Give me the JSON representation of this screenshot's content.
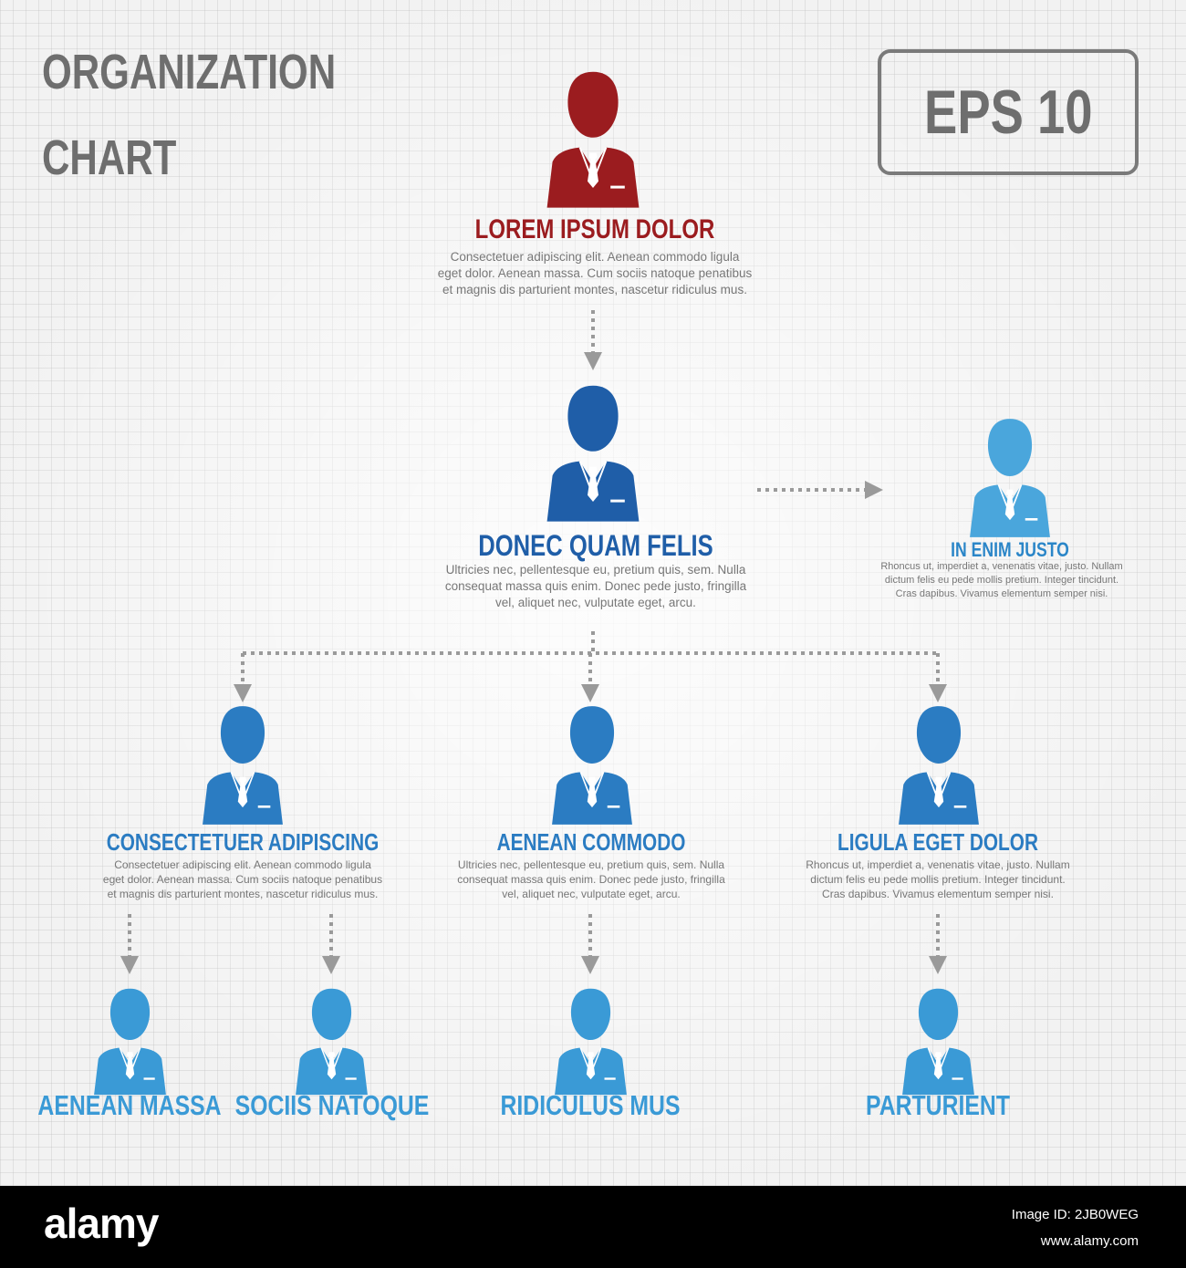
{
  "header": {
    "title_line1": "ORGANIZATION",
    "title_line2": "CHART",
    "badge": "EPS 10"
  },
  "colors": {
    "ceo": "#9b1c1f",
    "manager": "#1f5ea8",
    "level2": "#2b7cc2",
    "level3": "#3a9ad6",
    "assistant": "#4aa6dc",
    "arrow": "#9a9a9a"
  },
  "nodes": {
    "top": {
      "name": "LOREM IPSUM DOLOR",
      "desc": [
        "Consectetuer adipiscing elit. Aenean commodo ligula",
        "eget dolor. Aenean massa. Cum sociis natoque penatibus",
        "et magnis dis parturient montes, nascetur ridiculus mus."
      ]
    },
    "manager": {
      "name": "DONEC QUAM FELIS",
      "desc": [
        "Ultricies nec, pellentesque eu, pretium quis, sem. Nulla",
        "consequat massa quis enim. Donec pede justo, fringilla",
        "vel, aliquet nec, vulputate eget, arcu."
      ]
    },
    "assistant": {
      "name": "IN ENIM JUSTO",
      "desc": [
        "Rhoncus ut, imperdiet a, venenatis vitae, justo. Nullam",
        "dictum felis eu pede mollis pretium. Integer tincidunt.",
        "Cras dapibus. Vivamus elementum semper nisi."
      ]
    },
    "left": {
      "name": "CONSECTETUER ADIPISCING",
      "desc": [
        "Consectetuer adipiscing elit. Aenean commodo ligula",
        "eget dolor. Aenean massa. Cum sociis natoque penatibus",
        "et magnis dis parturient montes, nascetur ridiculus mus."
      ]
    },
    "center": {
      "name": "AENEAN COMMODO",
      "desc": [
        "Ultricies nec, pellentesque eu, pretium quis, sem. Nulla",
        "consequat massa quis enim. Donec pede justo, fringilla",
        "vel, aliquet nec, vulputate eget, arcu."
      ]
    },
    "right": {
      "name": "LIGULA EGET DOLOR",
      "desc": [
        "Rhoncus ut, imperdiet a, venenatis vitae, justo. Nullam",
        "dictum felis eu pede mollis pretium. Integer tincidunt.",
        "Cras dapibus. Vivamus elementum semper nisi."
      ]
    },
    "leaf1": {
      "name": "AENEAN MASSA"
    },
    "leaf2": {
      "name": "SOCIIS NATOQUE"
    },
    "leaf3": {
      "name": "RIDICULUS MUS"
    },
    "leaf4": {
      "name": "PARTURIENT"
    }
  },
  "footer": {
    "logo": "alamy",
    "image_id": "Image ID: 2JB0WEG",
    "url": "www.alamy.com"
  }
}
